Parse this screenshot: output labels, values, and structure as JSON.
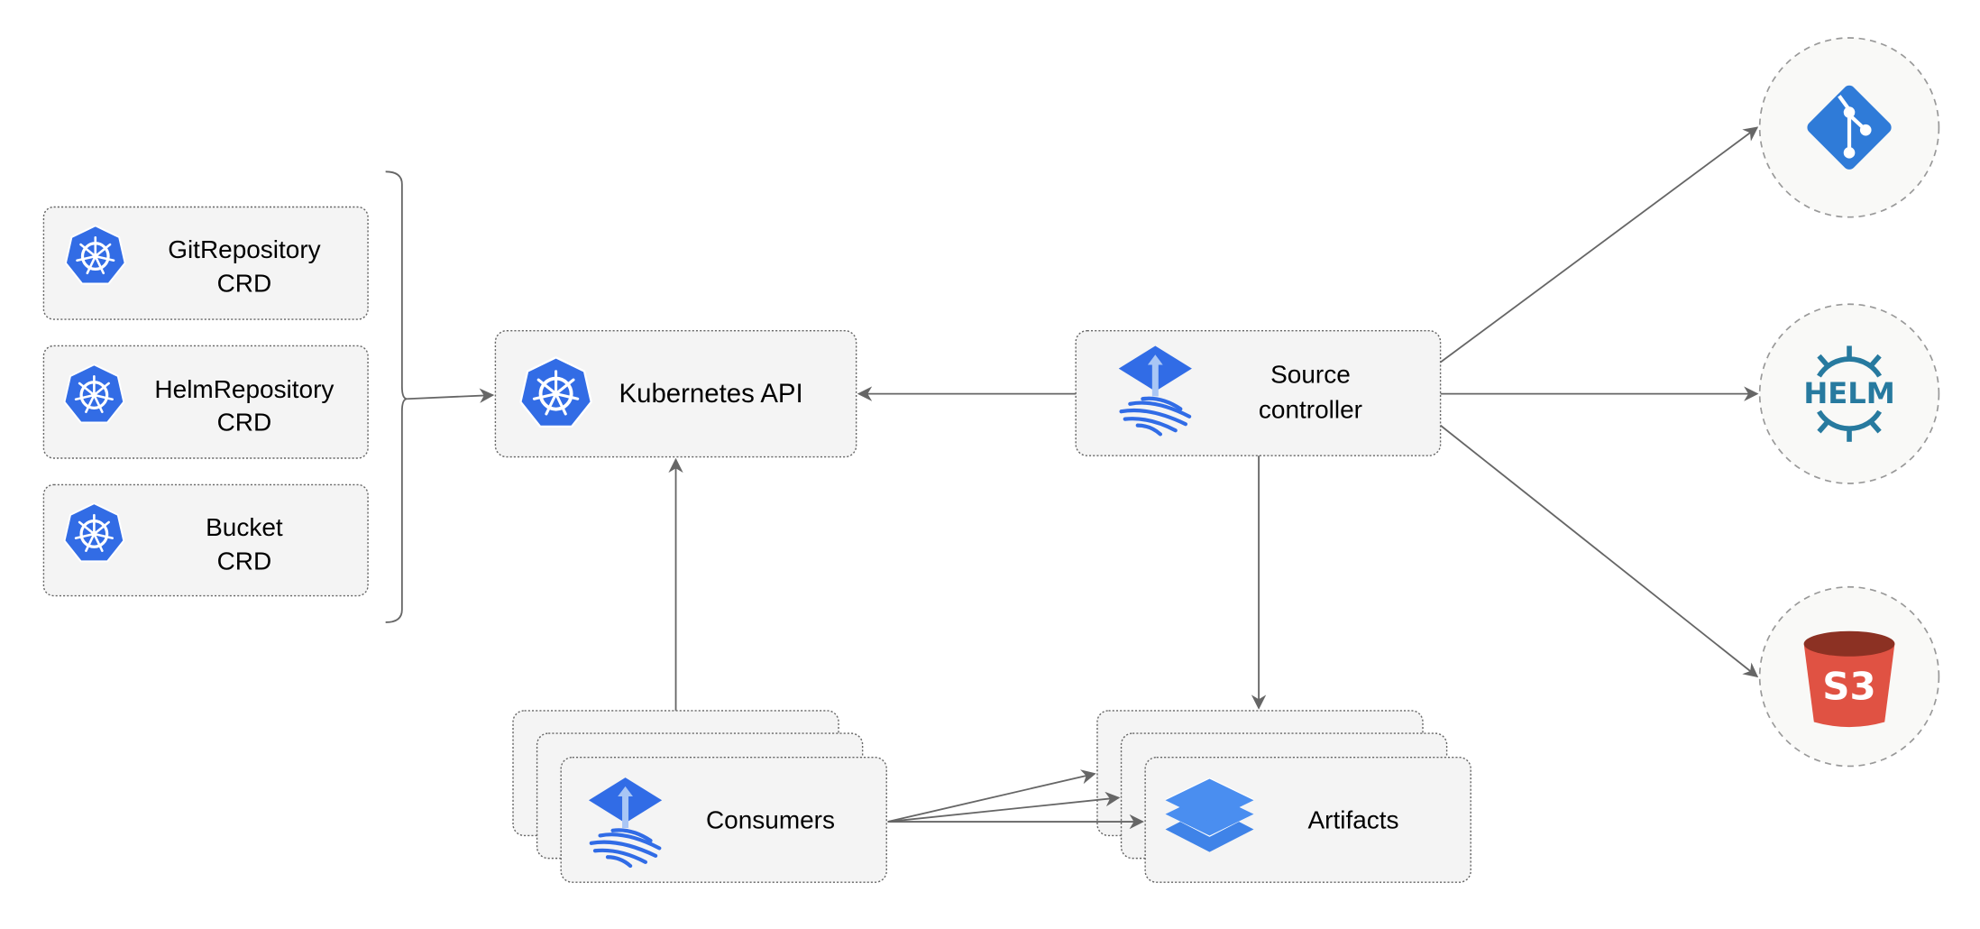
{
  "crds": [
    {
      "name": "GitRepository",
      "suffix": "CRD"
    },
    {
      "name": "HelmRepository",
      "suffix": "CRD"
    },
    {
      "name": "Bucket",
      "suffix": "CRD"
    }
  ],
  "kubernetes_api": {
    "label": "Kubernetes API"
  },
  "source_controller": {
    "line1": "Source",
    "line2": "controller"
  },
  "consumers": {
    "label": "Consumers"
  },
  "artifacts": {
    "label": "Artifacts"
  },
  "sources": {
    "git": {
      "icon": "git-icon"
    },
    "helm": {
      "icon": "helm-icon",
      "text": "HELM"
    },
    "s3": {
      "icon": "s3-bucket-icon",
      "text": "S3"
    }
  },
  "colors": {
    "k8s_blue": "#326ce5",
    "flux_blue": "#316ce6",
    "git_blue": "#2f7bd8",
    "helm_teal": "#277a9f",
    "s3_red": "#e05243",
    "edge": "#666666"
  }
}
